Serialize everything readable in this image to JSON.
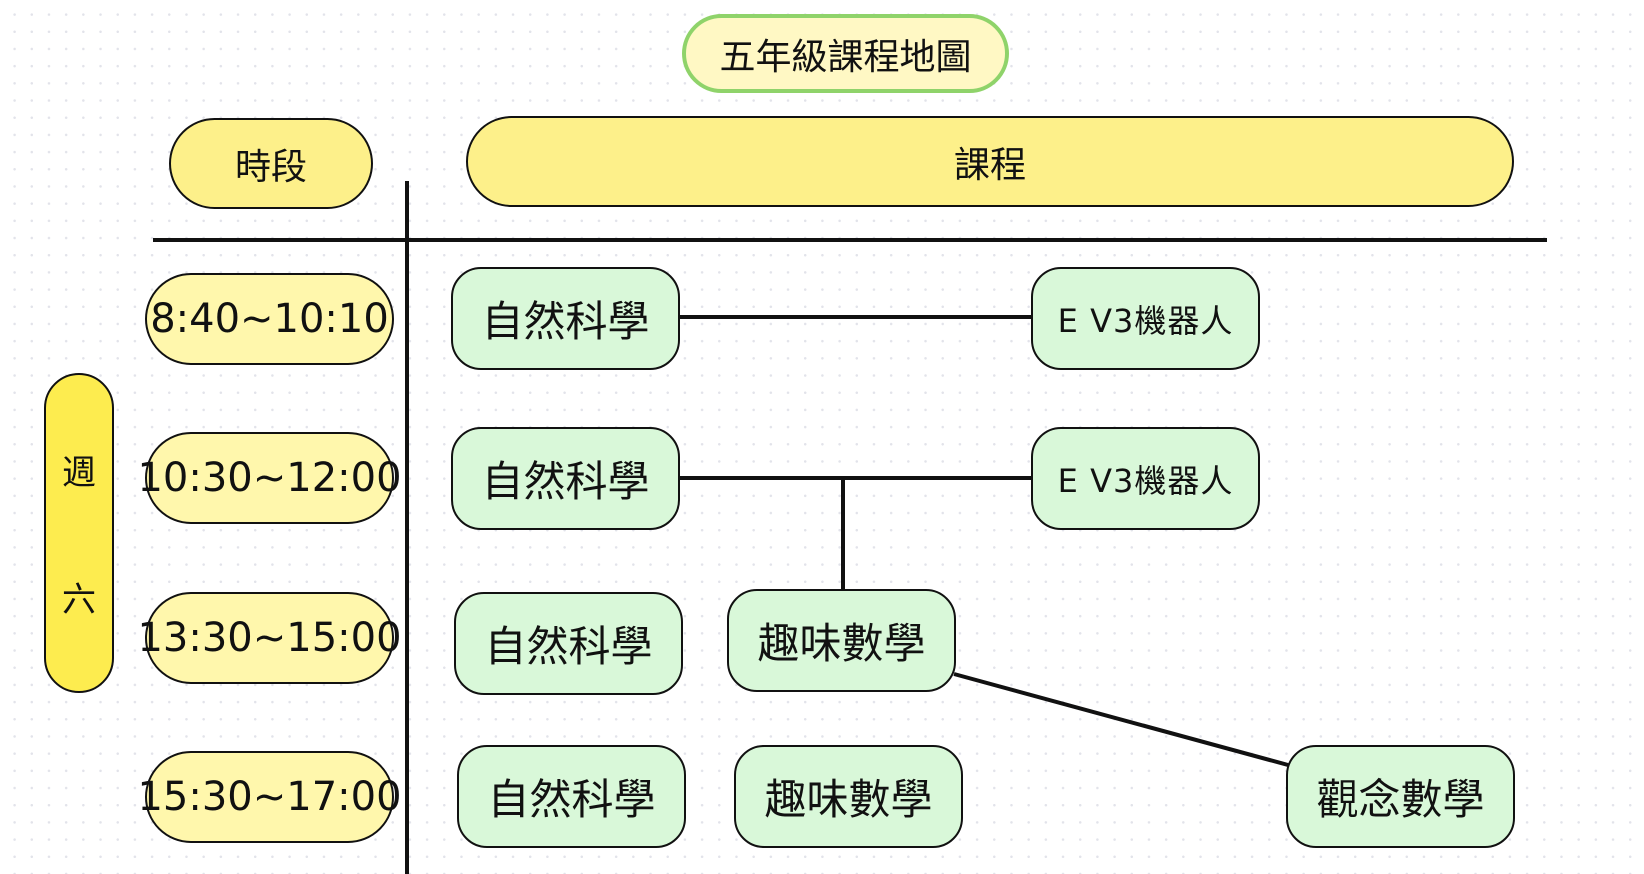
{
  "title": "五年級課程地圖",
  "headers": {
    "time_slot": "時段",
    "courses": "課程"
  },
  "day": [
    "週",
    "六"
  ],
  "time_slots": [
    "8:40~10:10",
    "10:30~12:00",
    "13:30~15:00",
    "15:30~17:00"
  ],
  "rows": [
    {
      "courses": [
        "自然科學",
        "E V3機器人"
      ]
    },
    {
      "courses": [
        "自然科學",
        "E V3機器人"
      ]
    },
    {
      "courses": [
        "自然科學",
        "趣味數學"
      ]
    },
    {
      "courses": [
        "自然科學",
        "趣味數學",
        "觀念數學"
      ]
    }
  ],
  "connections": [
    {
      "from": "row1-自然科學",
      "to": "row1-E V3機器人"
    },
    {
      "from": "row2-自然科學",
      "to": "row2-E V3機器人"
    },
    {
      "from": "row2-link",
      "to": "row3-趣味數學"
    },
    {
      "from": "row3-趣味數學",
      "to": "row4-觀念數學"
    }
  ],
  "colors": {
    "title_border": "#8fd36a",
    "title_fill": "#fff8c4",
    "header_fill": "#fdf08a",
    "time_fill": "#fff7ac",
    "day_fill": "#fdec4f",
    "course_fill": "#d9f8d9",
    "line": "#111111"
  }
}
